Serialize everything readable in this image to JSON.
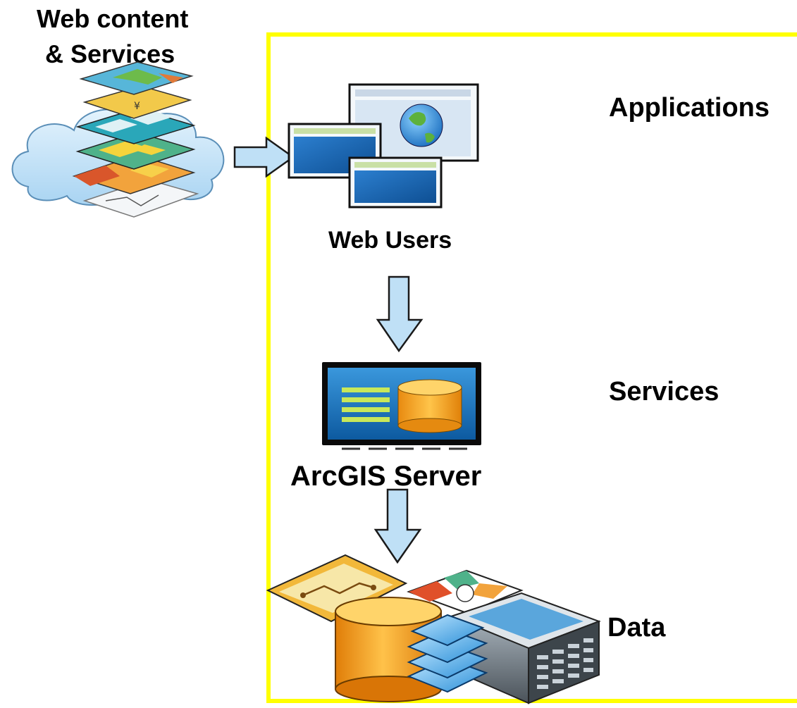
{
  "left_title": {
    "line1": "Web content",
    "line2": "& Services"
  },
  "layers": {
    "applications": "Applications",
    "services": "Services",
    "data": "Data"
  },
  "nodes": {
    "web_users": "Web Users",
    "arcgis_server": "ArcGIS Server"
  },
  "colors": {
    "frame": "#ffff00",
    "arrow_fill": "#bfe0f6",
    "arrow_stroke": "#1a1a1a",
    "server_blue": "#1f7fc6",
    "cylinder_orange": "#f5a81c"
  }
}
